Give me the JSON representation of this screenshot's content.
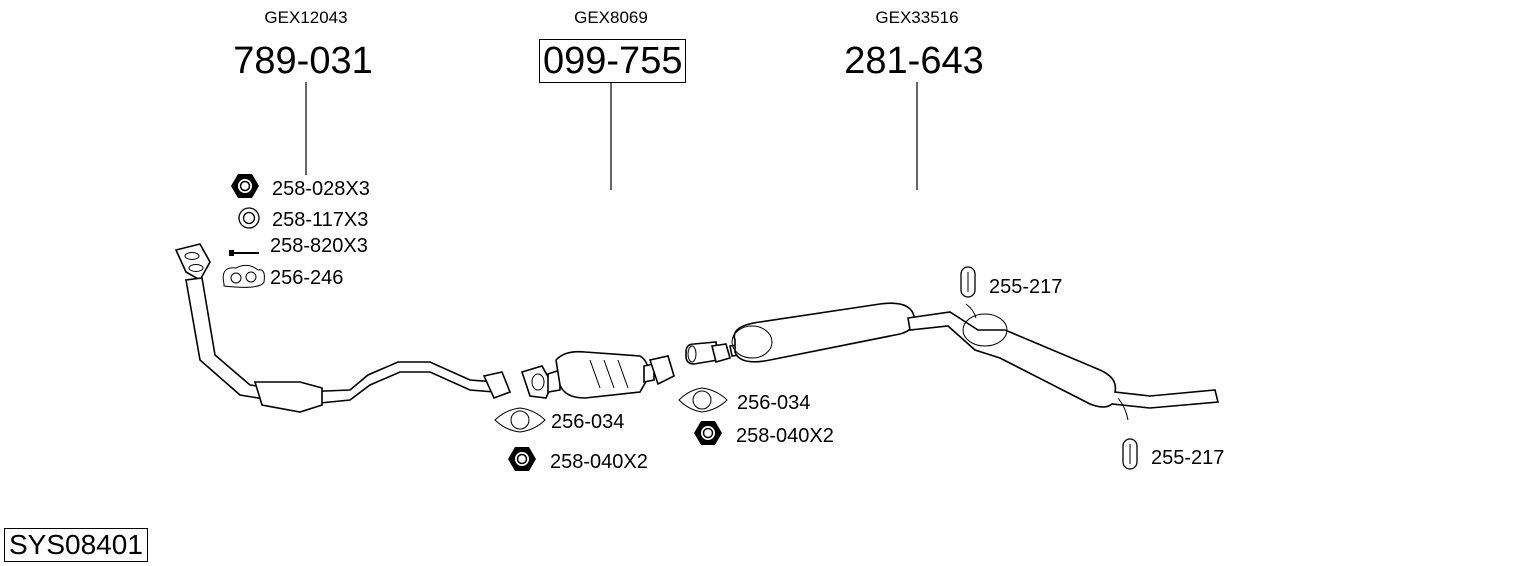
{
  "diagram": {
    "system_code": "SYS08401",
    "assemblies": [
      {
        "gex": "GEX12043",
        "part": "789-031",
        "boxed": false
      },
      {
        "gex": "GEX8069",
        "part": "099-755",
        "boxed": true
      },
      {
        "gex": "GEX33516",
        "part": "281-643",
        "boxed": false
      }
    ],
    "parts": [
      {
        "icon": "hex-nut-icon",
        "label": "258-028X3"
      },
      {
        "icon": "washer-ring-icon",
        "label": "258-117X3"
      },
      {
        "icon": "bolt-icon",
        "label": "258-820X3"
      },
      {
        "icon": "three-hole-gasket-icon",
        "label": "256-246"
      },
      {
        "icon": "two-hole-gasket-icon",
        "label": "256-034"
      },
      {
        "icon": "hex-nut-icon",
        "label": "258-040X2"
      },
      {
        "icon": "two-hole-gasket-icon",
        "label": "256-034"
      },
      {
        "icon": "hex-nut-icon",
        "label": "258-040X2"
      },
      {
        "icon": "rubber-hanger-icon",
        "label": "255-217"
      },
      {
        "icon": "rubber-hanger-icon",
        "label": "255-217"
      }
    ]
  }
}
